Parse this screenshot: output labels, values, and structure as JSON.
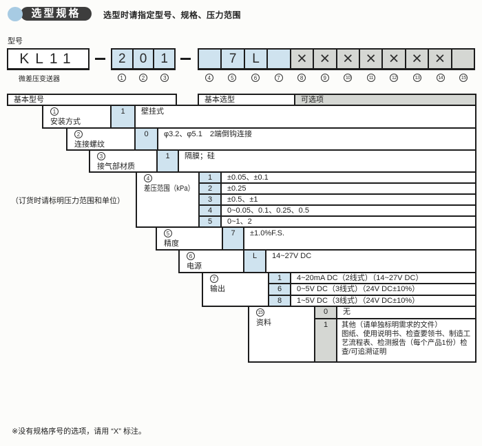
{
  "header": {
    "badge": "选型规格",
    "subtitle": "选型时请指定型号、规格、压力范围"
  },
  "model": {
    "section_label": "型号",
    "prefix": "KL11",
    "prefix_caption": "微差压变送器",
    "group1": {
      "cells": [
        "2",
        "0",
        "1"
      ],
      "indices": [
        "1",
        "2",
        "3"
      ]
    },
    "group2": {
      "cells": [
        "",
        "7",
        "L",
        "",
        "×",
        "×",
        "×",
        "×",
        "×",
        "×",
        "×",
        ""
      ],
      "indices": [
        "4",
        "5",
        "6",
        "7",
        "8",
        "9",
        "10",
        "11",
        "12",
        "13",
        "14",
        "15"
      ]
    }
  },
  "table": {
    "headers": [
      "基本型号",
      "基本选型",
      "可选项"
    ],
    "blocks": [
      {
        "num": "1",
        "name": "安装方式",
        "options": [
          {
            "code": "1",
            "desc": "壁挂式"
          }
        ]
      },
      {
        "num": "2",
        "name": "连接螺纹",
        "options": [
          {
            "code": "0",
            "desc": "φ3.2、φ5.1　2端倒钩连接"
          }
        ]
      },
      {
        "num": "3",
        "name": "接气部材质",
        "options": [
          {
            "code": "1",
            "desc": "隔膜；硅"
          }
        ]
      },
      {
        "num": "4",
        "name": "差压范围（kPa）",
        "options": [
          {
            "code": "1",
            "desc": "±0.05、±0.1"
          },
          {
            "code": "2",
            "desc": "±0.25"
          },
          {
            "code": "3",
            "desc": "±0.5、±1"
          },
          {
            "code": "4",
            "desc": "0~0.05、0.1、0.25、0.5"
          },
          {
            "code": "5",
            "desc": "0~1、2"
          }
        ]
      },
      {
        "num": "5",
        "name": "精度",
        "options": [
          {
            "code": "7",
            "desc": "±1.0%F.S."
          }
        ]
      },
      {
        "num": "6",
        "name": "电源",
        "options": [
          {
            "code": "L",
            "desc": "14~27V DC"
          }
        ]
      },
      {
        "num": "7",
        "name": "输出",
        "options": [
          {
            "code": "1",
            "desc": "4~20mA DC（2线式）（14~27V DC）"
          },
          {
            "code": "6",
            "desc": "0~5V DC（3线式）（24V DC±10%）"
          },
          {
            "code": "8",
            "desc": "1~5V DC（3线式）（24V DC±10%）"
          }
        ]
      },
      {
        "num": "15",
        "name": "资料",
        "options": [
          {
            "code": "0",
            "desc": "无"
          },
          {
            "code": "1",
            "desc": "其他（请单独标明需求的文件）\n图纸、使用说明书、检查要领书、制造工\n艺流程表、检测报告（每个产品1份）检\n查/可追溯证明"
          }
        ]
      }
    ],
    "side_note": "（订货时请标明压力范围和单位）"
  },
  "footnote": "※没有规格序号的选项，请用 “X” 标注。"
}
